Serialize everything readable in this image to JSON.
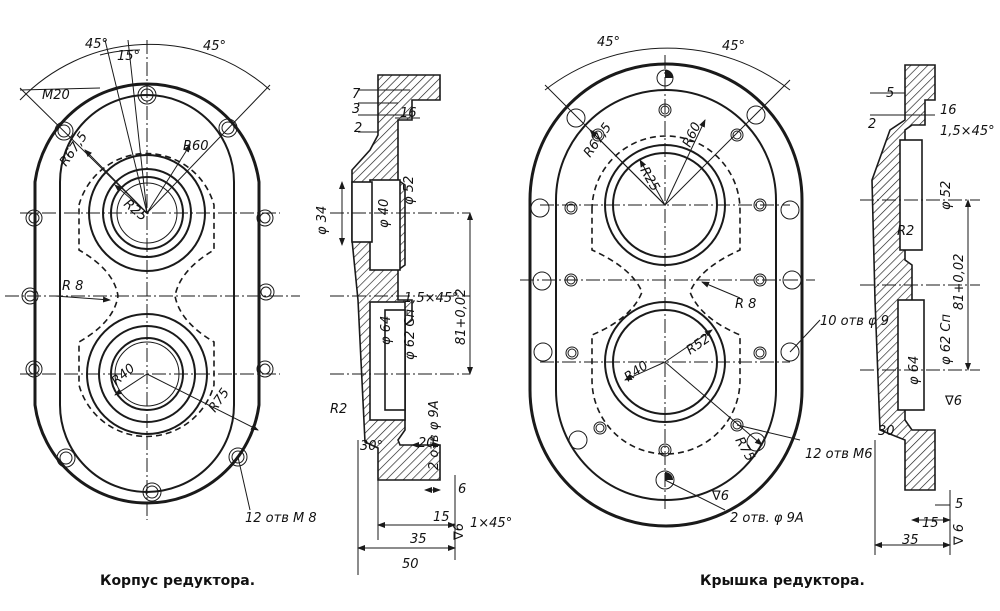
{
  "captions": {
    "left": "Корпус редуктора.",
    "right": "Крышка редуктора."
  },
  "body_plan": {
    "angle_a": "45°",
    "angle_b": "45°",
    "angle_c": "15°",
    "thread": "M20",
    "r_outer": "R67,5",
    "r_60": "R60",
    "r_25": "R25",
    "r_8": "R 8",
    "r_40": "R40",
    "r_75": "R75",
    "holes": "12 отв M 8"
  },
  "body_section": {
    "d7": "7",
    "d3": "3",
    "d2": "2",
    "d16": "16",
    "phi34": "φ 34",
    "phi40": "φ 40",
    "phi52": "φ 52",
    "chamfer": "1,5×45°",
    "center_dist": "81+0,02",
    "phi62": "φ 62 Сп",
    "phi64": "φ 64",
    "r2": "R2",
    "angle30": "30°",
    "d20": "20",
    "pins": "2 отв φ 9А",
    "d6": "6",
    "d15": "15",
    "chamfer2": "1×45°",
    "v6": "∇6",
    "d35": "35",
    "d50": "50"
  },
  "cover_plan": {
    "angle_a": "45°",
    "angle_b": "45°",
    "r_outer": "R67,5",
    "r_60": "R60",
    "r_25": "R25",
    "r_8": "R 8",
    "holes10": "10 отв φ 9",
    "r_40": "R40",
    "r_52": "R52",
    "holes12": "12 отв M6",
    "r_75": "R75",
    "v6": "∇6",
    "pins": "2 отв. φ 9А"
  },
  "cover_section": {
    "d5": "5",
    "d16": "16",
    "d2": "2",
    "chamfer": "1,5×45°",
    "phi52": "φ 52",
    "r2": "R2",
    "center_dist": "81+0,02",
    "phi62": "φ 62 Сп",
    "phi64": "φ 64",
    "v6": "∇6",
    "angle30": "30",
    "d5b": "5",
    "d15": "15",
    "v6b": "∇ 6",
    "d35": "35"
  }
}
